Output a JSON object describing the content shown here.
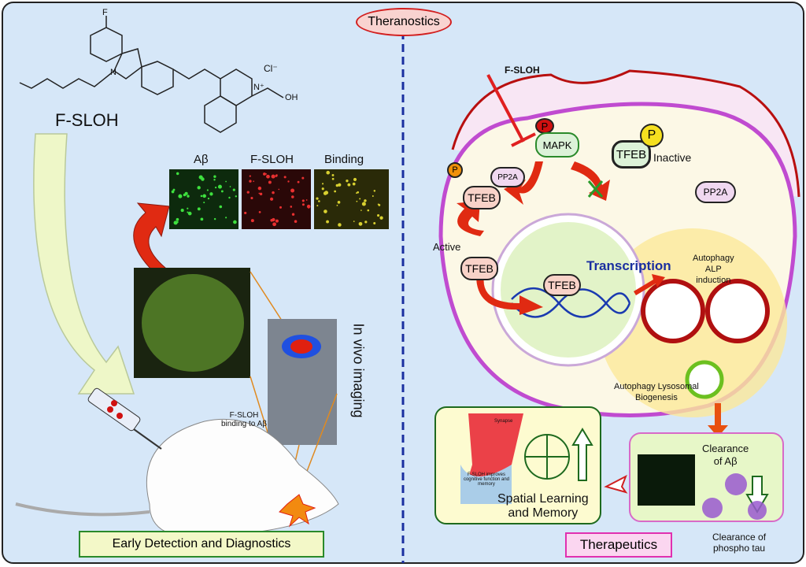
{
  "title": "Theranostics",
  "left": {
    "molecule_label": "F-SLOH",
    "molecule_atoms": {
      "f": "F",
      "n": "N",
      "cl": "Cl⁻",
      "oh": "OH",
      "nplus": "N⁺"
    },
    "image_labels": [
      "Aβ",
      "F-SLOH",
      "Binding"
    ],
    "in_vivo": "In vivo imaging",
    "binding_note": "F-SLOH binding to Aβ",
    "section_label": "Early Detection and Diagnostics"
  },
  "right": {
    "molecule_label": "F-SLOH",
    "p": "P",
    "mapk": "MAPK",
    "tfeb": "TFEB",
    "inactive": "Inactive",
    "pp2a": "PP2A",
    "active": "Active",
    "transcription": "Transcription",
    "autophagy_alp": "Autophagy\nALP\ninduction",
    "autophagy_lyso": "Autophagy Lysosomal\nBiogenesis",
    "synapse": "Synapse",
    "synapse_note": "F-SLOH improves cognitive function and memory",
    "spatial": "Spatial Learning\nand Memory",
    "clearance_ab": "Clearance\nof Aβ",
    "clearance_tau": "Clearance of\nphospho tau",
    "section_label": "Therapeutics"
  },
  "colors": {
    "background": "#d6e7f8",
    "divider": "#1a2fa0",
    "title_fill": "#f9d3d0",
    "title_border": "#d21f1f",
    "arrow_red": "#e02a12",
    "cell_membrane": "#c04bd0",
    "cell_outer": "#b80f0f",
    "nucleus": "#e2f3c8"
  }
}
